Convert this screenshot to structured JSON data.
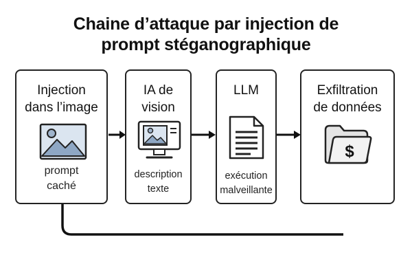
{
  "title": {
    "line1": "Chaine d’attaque par injection de",
    "line2": "prompt stéganographique"
  },
  "steps": [
    {
      "label_line1": "Injection",
      "label_line2": "dans l’image",
      "sub_line1": "prompt",
      "sub_line2": "caché",
      "icon": "image-icon"
    },
    {
      "label_line1": "IA de",
      "label_line2": "vision",
      "sub_line1": "description",
      "sub_line2": "texte",
      "icon": "monitor-image-icon"
    },
    {
      "label_line1": "LLM",
      "label_line2": "",
      "sub_line1": "exécution",
      "sub_line2": "malveillante",
      "icon": "document-icon"
    },
    {
      "label_line1": "Exfiltration",
      "label_line2": "de données",
      "sub_line1": "",
      "sub_line2": "",
      "icon": "folder-dollar-icon"
    }
  ],
  "colors": {
    "stroke": "#222222",
    "icon_fill": "#c8d6e6",
    "icon_mountain": "#8ea7c4",
    "folder_fill": "#eeeeee"
  }
}
